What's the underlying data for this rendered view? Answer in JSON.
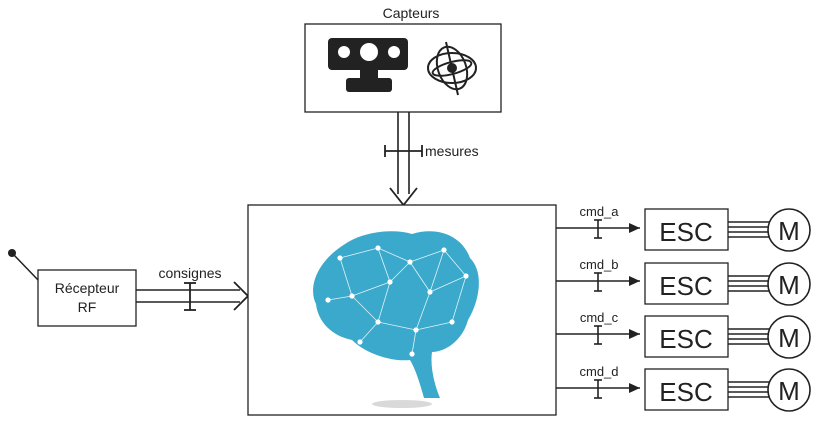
{
  "sensors": {
    "title": "Capteurs",
    "icons": [
      "depth-camera-icon",
      "gyroscope-icon"
    ]
  },
  "receiver": {
    "line1": "Récepteur",
    "line2": "RF",
    "icon": "antenna-icon"
  },
  "flows": {
    "measures": "mesures",
    "setpoints": "consignes"
  },
  "controller": {
    "icon": "brain-network-icon",
    "color": "#3aa9cc"
  },
  "outputs": [
    {
      "cmd": "cmd_a",
      "esc": "ESC",
      "motor": "M"
    },
    {
      "cmd": "cmd_b",
      "esc": "ESC",
      "motor": "M"
    },
    {
      "cmd": "cmd_c",
      "esc": "ESC",
      "motor": "M"
    },
    {
      "cmd": "cmd_d",
      "esc": "ESC",
      "motor": "M"
    }
  ]
}
